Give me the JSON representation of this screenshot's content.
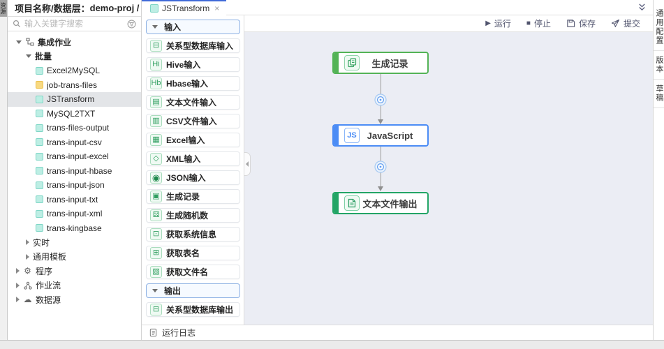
{
  "rail": {
    "tab_label": "资源"
  },
  "sidebar": {
    "header_label": "项目名称/数据层：",
    "header_value": "demo-proj / ODS",
    "search_placeholder": "输入关键字搜索",
    "tree": [
      {
        "label": "集成作业"
      },
      {
        "label": "批量"
      },
      {
        "label": "Excel2MySQL"
      },
      {
        "label": "job-trans-files"
      },
      {
        "label": "JSTransform"
      },
      {
        "label": "MySQL2TXT"
      },
      {
        "label": "trans-files-output"
      },
      {
        "label": "trans-input-csv"
      },
      {
        "label": "trans-input-excel"
      },
      {
        "label": "trans-input-hbase"
      },
      {
        "label": "trans-input-json"
      },
      {
        "label": "trans-input-txt"
      },
      {
        "label": "trans-input-xml"
      },
      {
        "label": "trans-kingbase"
      },
      {
        "label": "实时"
      },
      {
        "label": "通用模板"
      },
      {
        "label": "程序"
      },
      {
        "label": "作业流"
      },
      {
        "label": "数据源"
      }
    ]
  },
  "tabbar": {
    "active_tab": "JSTransform"
  },
  "toolbar": {
    "run": "运行",
    "stop": "停止",
    "save": "保存",
    "submit": "提交"
  },
  "palette": {
    "sections": [
      {
        "title": "输入",
        "items": [
          {
            "label": "关系型数据库输入",
            "glyph": "⊟"
          },
          {
            "label": "Hive输入",
            "glyph": "Hi"
          },
          {
            "label": "Hbase输入",
            "glyph": "Hb"
          },
          {
            "label": "文本文件输入",
            "glyph": "▤"
          },
          {
            "label": "CSV文件输入",
            "glyph": "▥"
          },
          {
            "label": "Excel输入",
            "glyph": "▦"
          },
          {
            "label": "XML输入",
            "glyph": "◇"
          },
          {
            "label": "JSON输入",
            "glyph": "◉"
          },
          {
            "label": "生成记录",
            "glyph": "▣"
          },
          {
            "label": "生成随机数",
            "glyph": "⚄"
          },
          {
            "label": "获取系统信息",
            "glyph": "⊡"
          },
          {
            "label": "获取表名",
            "glyph": "⊞"
          },
          {
            "label": "获取文件名",
            "glyph": "▧"
          }
        ]
      },
      {
        "title": "输出",
        "items": [
          {
            "label": "关系型数据库输出",
            "glyph": "⊟"
          }
        ]
      }
    ]
  },
  "canvas": {
    "nodes": [
      {
        "label": "生成记录"
      },
      {
        "label": "JavaScript",
        "badge": "JS"
      },
      {
        "label": "文本文件输出"
      }
    ]
  },
  "right_tabs": [
    {
      "label": "通用配置"
    },
    {
      "label": "版本"
    },
    {
      "label": "草稿"
    }
  ],
  "log_bar": {
    "label": "运行日志"
  },
  "icons": {
    "play": "▶",
    "stop": "■",
    "close": "×",
    "gear": "⚙",
    "cloud": "☁"
  },
  "colors": {
    "accent_blue": "#3f6ad8",
    "node_blue": "#4b8cf5",
    "node_green": "#53b356",
    "node_emerald": "#23a566",
    "canvas_bg": "#ebedf4",
    "selected_row": "#e3e5e8"
  }
}
